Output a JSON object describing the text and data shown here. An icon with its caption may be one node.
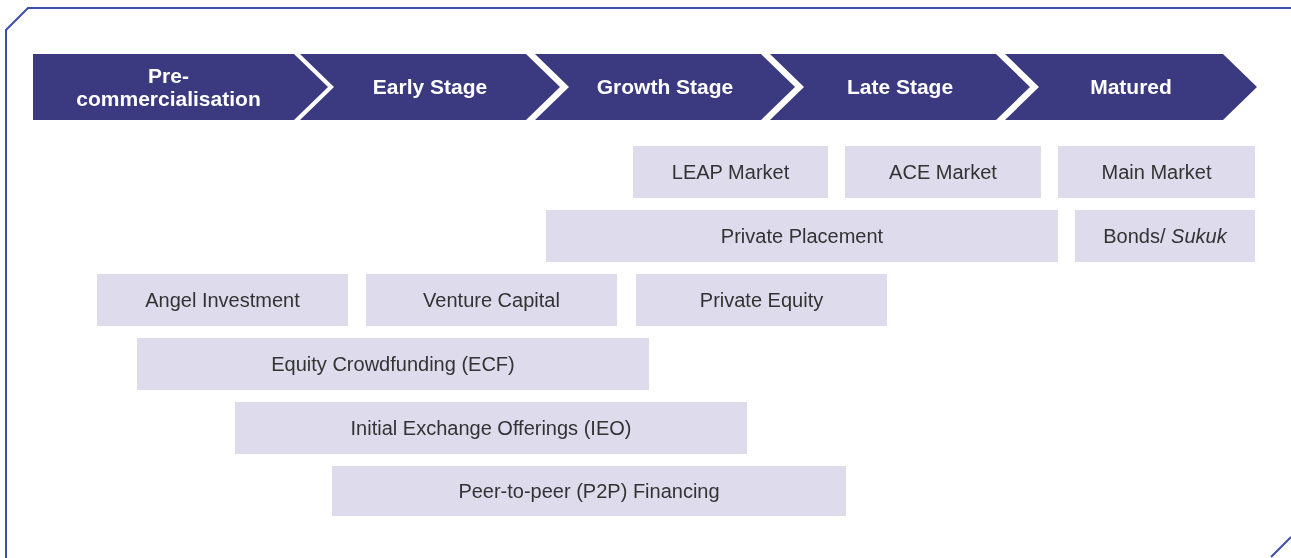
{
  "diagram": {
    "nodes": [
      {
        "text": [
          "Pre-commercialisation"
        ]
      },
      {
        "text": [
          "Early Stage"
        ]
      },
      {
        "text": [
          "Growth Stage"
        ]
      },
      {
        "text": [
          "Late Stage"
        ]
      },
      {
        "text": [
          "Matured"
        ]
      },
      {
        "text": [
          "LEAP Market"
        ]
      },
      {
        "text": [
          "ACE Market"
        ]
      },
      {
        "text": [
          "Main Market"
        ]
      },
      {
        "text": [
          "Private Placement"
        ]
      },
      {
        "text": [
          "Bonds/ *Sukuk*"
        ]
      },
      {
        "text": [
          "Angel Investment"
        ]
      },
      {
        "text": [
          "Venture Capital"
        ]
      },
      {
        "text": [
          "Private Equity"
        ]
      },
      {
        "text": [
          "Equity Crowdfunding (ECF)"
        ]
      },
      {
        "text": [
          "Initial Exchange Offerings (IEO)"
        ]
      },
      {
        "text": [
          "Peer-to-peer (P2P) Financing"
        ]
      }
    ]
  }
}
